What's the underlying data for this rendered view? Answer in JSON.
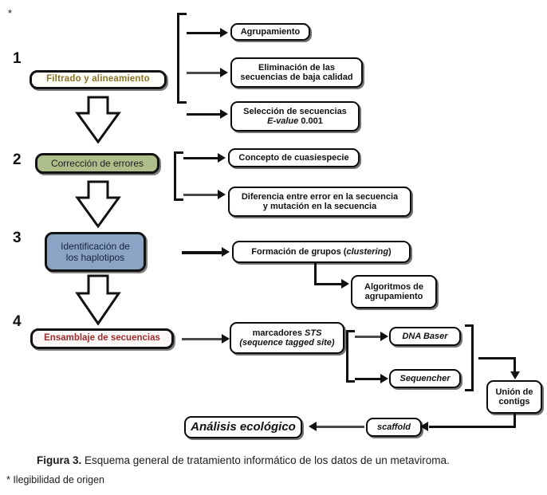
{
  "figure": {
    "marker": "*",
    "caption_label": "Figura 3.",
    "caption_text": " Esquema general de tratamiento informático de los datos de un metaviroma.",
    "footnote": "* Ilegibilidad de origen"
  },
  "stages": [
    {
      "number": "1",
      "label": "Filtrado y alineamiento",
      "color": "#fefdf7",
      "text_color": "#8a7326"
    },
    {
      "number": "2",
      "label": "Corrección de errores",
      "color": "#aebe8b",
      "text_color": "#1d1d1d"
    },
    {
      "number": "3",
      "label_line1": "Identificación de",
      "label_line2": "los haplotipos",
      "color": "#8ba4c6",
      "text_color": "#16233a"
    },
    {
      "number": "4",
      "label": "Ensamblaje de secuencias",
      "color": "#fdf8f8",
      "text_color": "#9e2b2b"
    }
  ],
  "stage1_outputs": [
    {
      "label": "Agrupamiento"
    },
    {
      "line1": "Eliminación de las",
      "line2": "secuencias de baja calidad"
    },
    {
      "line1": "Selección de secuencias",
      "line2_italic": "E-value",
      "line2_rest": " 0.001"
    }
  ],
  "stage2_outputs": [
    {
      "label": "Concepto de cuasiespecie"
    },
    {
      "line1": "Diferencia entre error en la secuencia",
      "line2": "y mutación en la secuencia"
    }
  ],
  "stage3_outputs": {
    "clustering_prefix": "Formación de grupos (",
    "clustering_italic": "clustering",
    "clustering_suffix": ")",
    "algorithms_line1": "Algoritmos de",
    "algorithms_line2": "agrupamiento"
  },
  "stage4_outputs": {
    "sts_line1_plain": "marcadores ",
    "sts_line1_italic": "STS",
    "sts_line2_italic": "(sequence tagged site)",
    "tools": [
      {
        "label": "DNA Baser"
      },
      {
        "label": "Sequencher"
      }
    ],
    "union_line1": "Unión de",
    "union_line2": "contigs",
    "scaffold": "scaffold",
    "final": "Análisis ecológico"
  }
}
